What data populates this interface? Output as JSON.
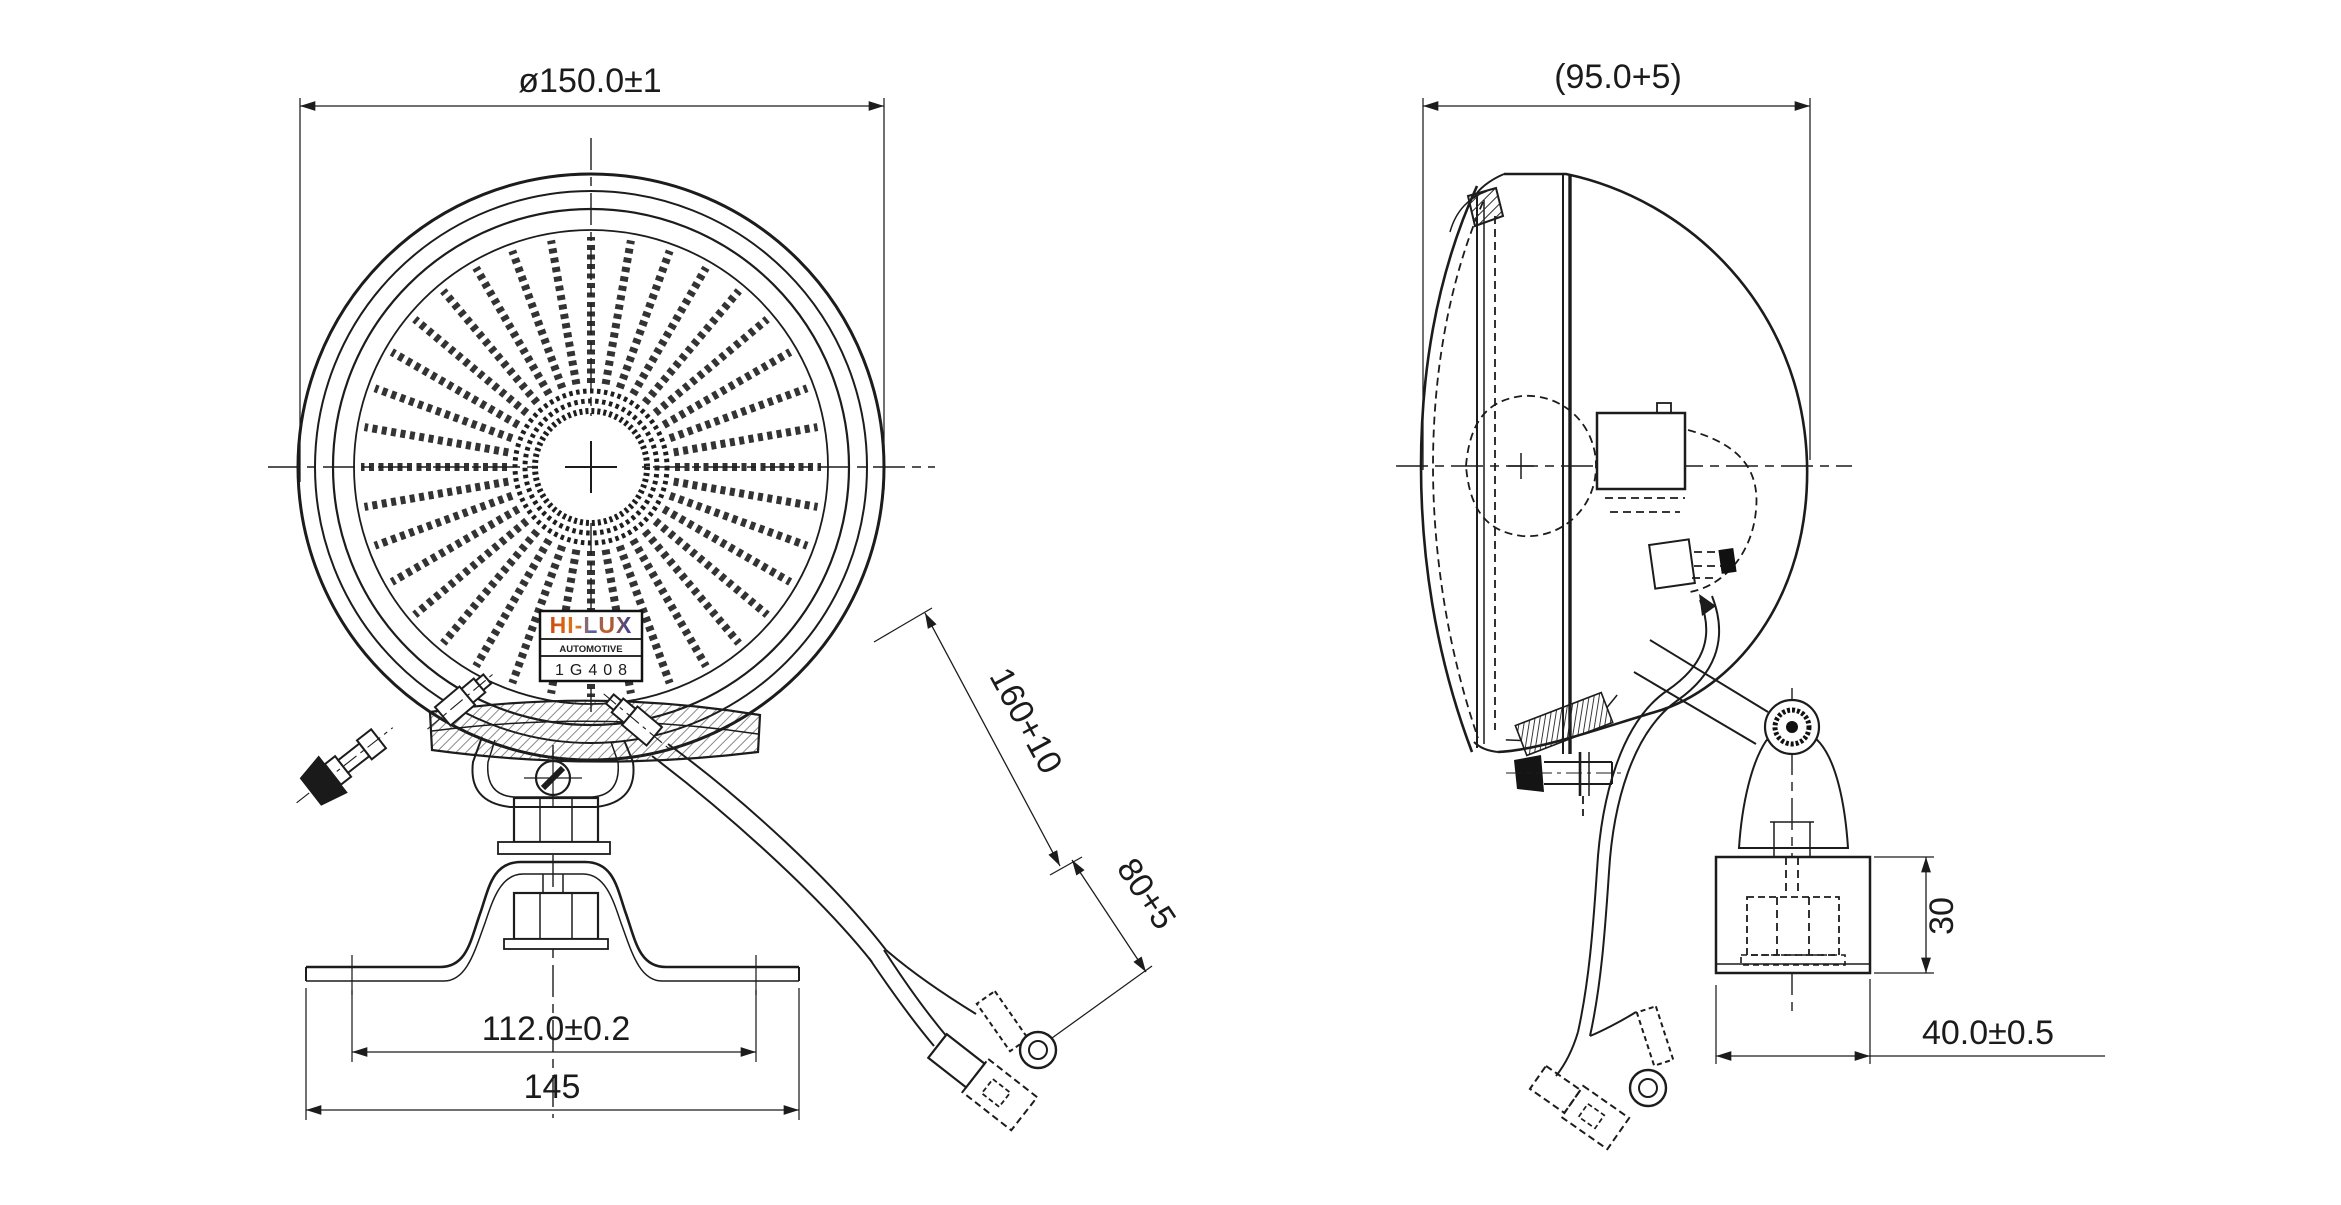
{
  "drawing": {
    "brand_plate": {
      "line1": "HI-LUX",
      "line2": "AUTOMOTIVE",
      "line3": "1G408"
    },
    "dimensions": {
      "front_diameter": "ø150.0±1",
      "side_depth": "(95.0+5)",
      "cable_length": "160+10",
      "lead_length": "80+5",
      "hole_spacing": "112.0±0.2",
      "bracket_width": "145",
      "block_height": "30",
      "block_depth": "40.0±0.5"
    },
    "colors": {
      "line": "#1c1c1c",
      "logo_warm": "#cc4a14",
      "logo_cool": "#2a3f9e",
      "background": "#ffffff"
    }
  }
}
